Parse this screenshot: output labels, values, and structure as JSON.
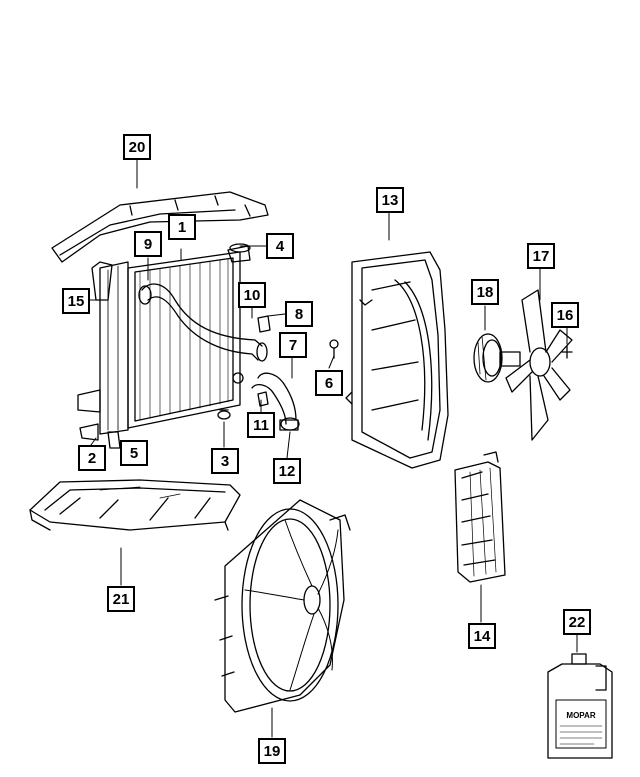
{
  "diagram": {
    "callouts": {
      "c1": "1",
      "c2": "2",
      "c3": "3",
      "c4": "4",
      "c5": "5",
      "c6": "6",
      "c7": "7",
      "c8": "8",
      "c9": "9",
      "c10": "10",
      "c11": "11",
      "c12": "12",
      "c13": "13",
      "c14": "14",
      "c15": "15",
      "c16": "16",
      "c17": "17",
      "c18": "18",
      "c19": "19",
      "c20": "20",
      "c21": "21",
      "c22": "22"
    },
    "jug_label": "MOPAR"
  },
  "colors": {
    "line": "#000000",
    "background": "#ffffff",
    "label_fill": "#ffffff"
  }
}
